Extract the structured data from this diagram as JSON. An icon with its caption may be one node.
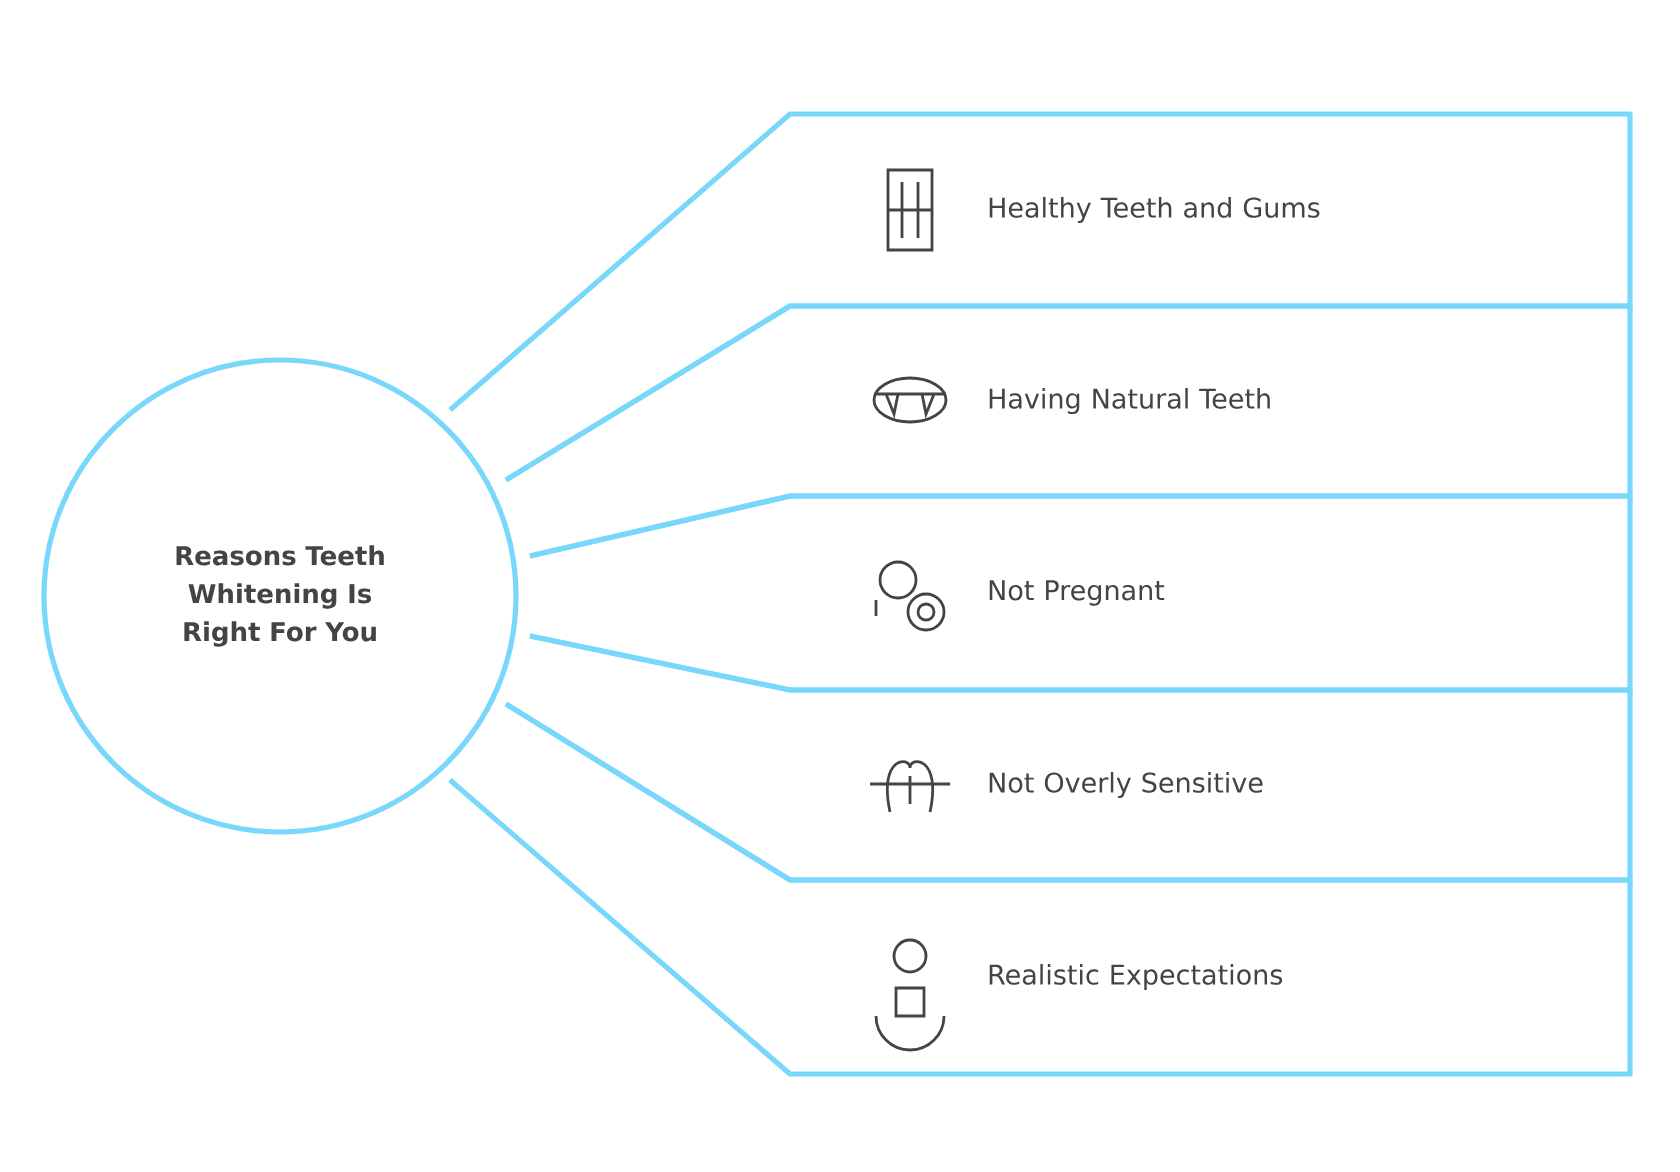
{
  "diagram": {
    "nodes": [
      {
        "text": [
          "Reasons Teeth Whitening Is Right For You"
        ]
      },
      {
        "text": [
          "Healthy Teeth and Gums"
        ]
      },
      {
        "text": [
          "Having Natural Teeth"
        ]
      },
      {
        "text": [
          "Not Pregnant"
        ]
      },
      {
        "text": [
          "Not Overly Sensitive"
        ]
      },
      {
        "text": [
          "Realistic Expectations"
        ]
      }
    ]
  }
}
